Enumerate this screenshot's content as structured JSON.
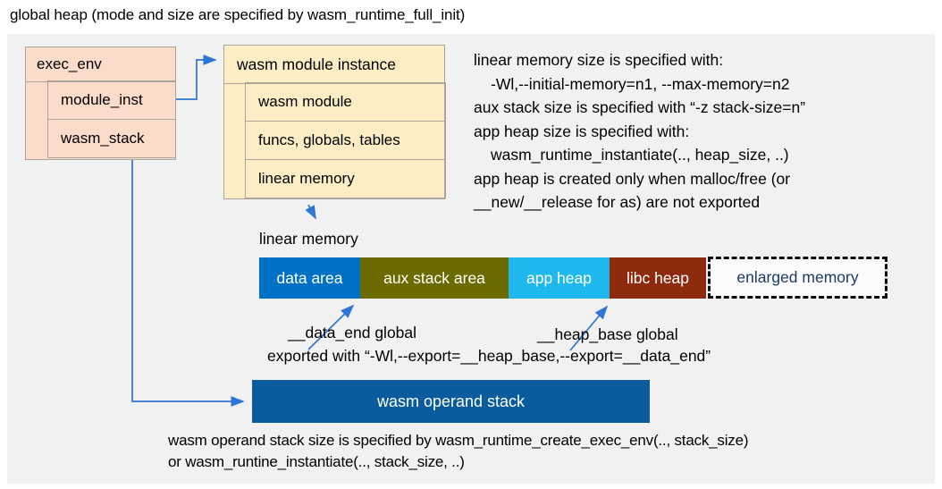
{
  "title": "global heap (mode and size are specified by wasm_runtime_full_init)",
  "boxes": {
    "exec_env": {
      "header": "exec_env",
      "rows": [
        "module_inst",
        "wasm_stack"
      ]
    },
    "module_instance": {
      "header": "wasm module instance",
      "rows": [
        "wasm module",
        "funcs, globals, tables",
        "linear memory"
      ]
    }
  },
  "notes_right": {
    "lines": [
      "linear memory size is specified with:",
      "-Wl,--initial-memory=n1, --max-memory=n2",
      "aux stack size is specified with “-z stack-size=n”",
      "app heap size is specified with:",
      "wasm_runtime_instantiate(.., heap_size, ..)",
      "app heap is created only when malloc/free (or",
      "__new/__release for as) are not exported"
    ]
  },
  "linear_memory": {
    "label": "linear memory",
    "segments": [
      {
        "label": "data area",
        "color": "#0072C6"
      },
      {
        "label": "aux stack area",
        "color": "#6C6B00"
      },
      {
        "label": "app heap",
        "color": "#1FB8EE"
      },
      {
        "label": "libc heap",
        "color": "#8E2B0E"
      }
    ],
    "enlarged_label": "enlarged memory",
    "enlarged_text_color": "#1B3A66"
  },
  "annotations": {
    "data_end": "__data_end global",
    "heap_base": "__heap_base global",
    "exported": "exported with “-Wl,--export=__heap_base,--export=__data_end”"
  },
  "operand_stack": {
    "label": "wasm operand stack",
    "color": "#0A5C9E"
  },
  "bottom_note": [
    "wasm operand stack size is specified by wasm_runtime_create_exec_env(.., stack_size)",
    "or wasm_runtine_instantiate(.., stack_size, ..)"
  ],
  "colors": {
    "panel_bg": "#F1F1F1",
    "exec_env_fill": "#FBDCCA",
    "instance_fill": "#FCEDC5",
    "arrow": "#2E75D6"
  }
}
